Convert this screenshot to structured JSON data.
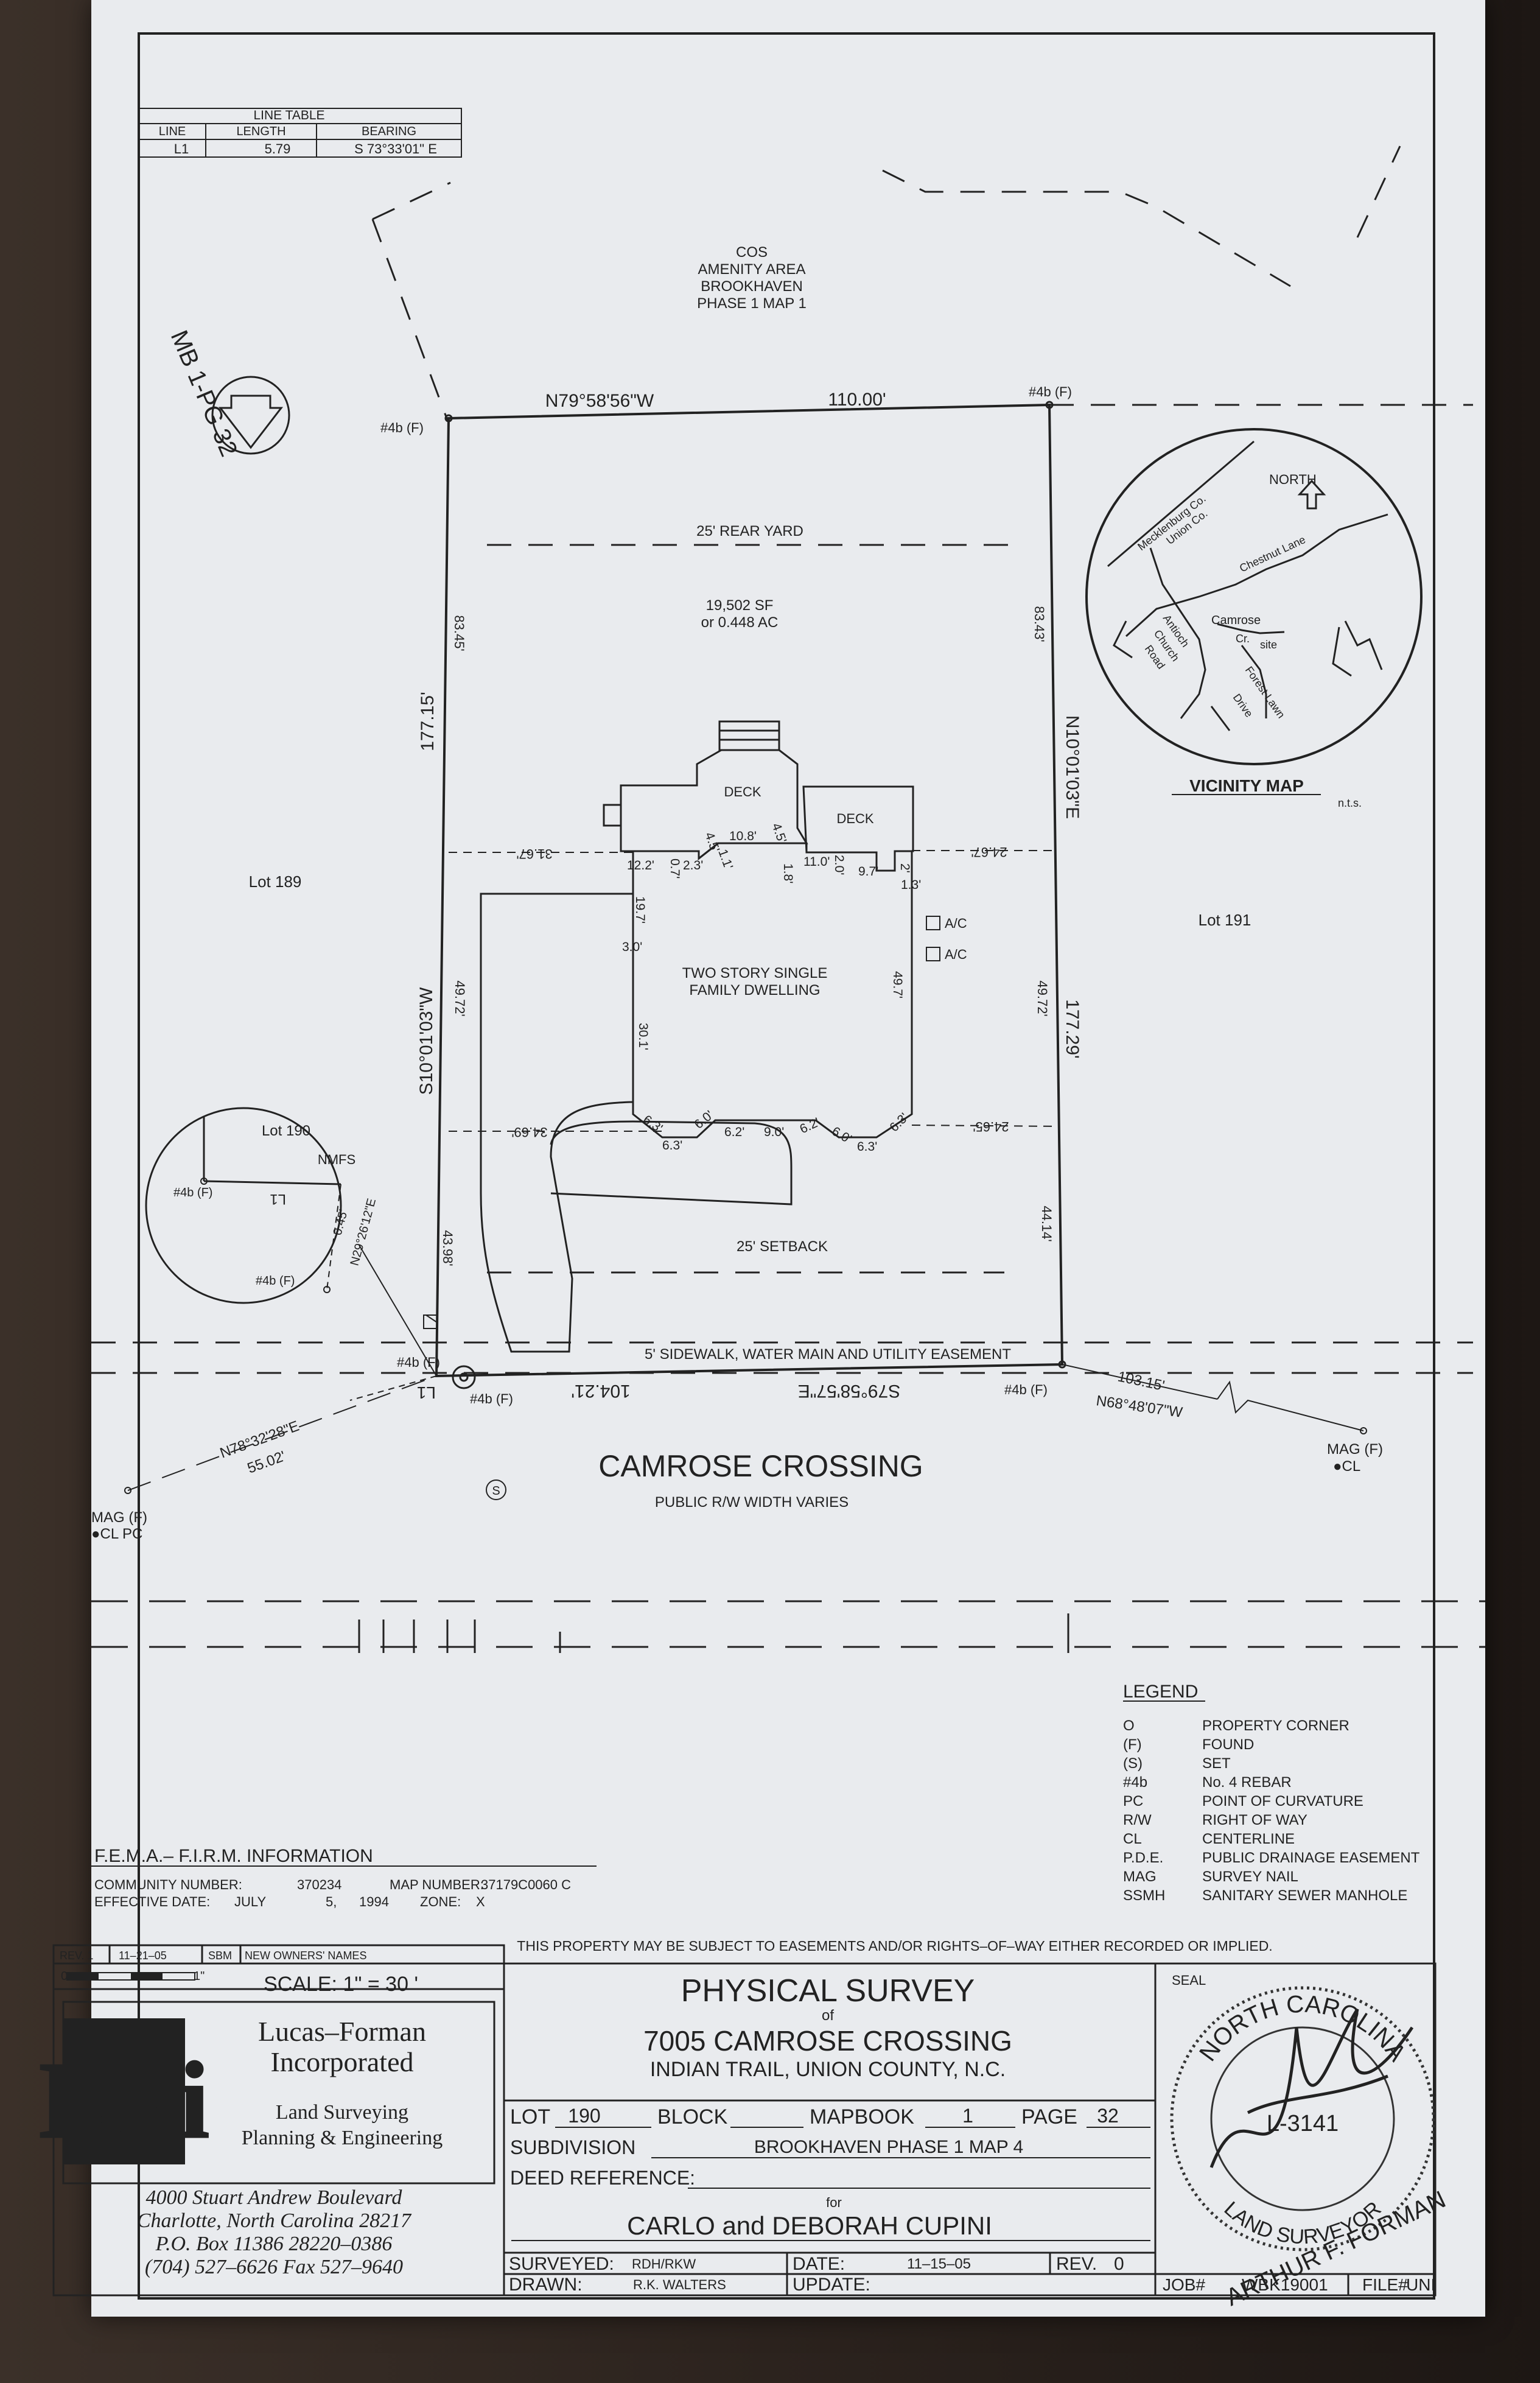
{
  "line_table": {
    "title": "LINE TABLE",
    "headers": [
      "LINE",
      "LENGTH",
      "BEARING"
    ],
    "row": [
      "L1",
      "5.79",
      "S 73°33'01\" E"
    ]
  },
  "amenity": [
    "COS",
    "AMENITY AREA",
    "BROOKHAVEN",
    "PHASE 1 MAP 1"
  ],
  "mb_ref": "MB 1-PG 32",
  "bearings": {
    "north": "N79°58'56\"W",
    "north_len": "110.00'",
    "east": "N10°01'03\"E",
    "east_len": "177.29'",
    "west": "S10°01'03\"W",
    "west_len": "177.15'",
    "south": "S79°58'57\"E",
    "south_len": "104.21'",
    "diag_bearing": "N78°32'28\"E",
    "diag_len": "55.02'",
    "east_off_len": "103.15'",
    "east_off_bearing": "N68°48'07\"W"
  },
  "pins": {
    "nw": "#4b (F)",
    "ne": "#4b (F)",
    "sw": "#4b (F)",
    "sw2": "#4b (F)",
    "se": "#4b (F)"
  },
  "labels": {
    "rear_yard": "25' REAR YARD",
    "area_sf": "19,502 SF",
    "area_ac": "or 0.448 AC",
    "lot189": "Lot 189",
    "lot191": "Lot 191",
    "setback": "25' SETBACK",
    "easement": "5' SIDEWALK, WATER MAIN AND UTILITY EASEMENT",
    "deck1": "DECK",
    "deck2": "DECK",
    "house1": "TWO STORY SINGLE",
    "house2": "FAMILY DWELLING",
    "ac1": "A/C",
    "ac2": "A/C",
    "street": "CAMROSE CROSSING",
    "street_sub": "PUBLIC R/W WIDTH VARIES",
    "mag_left1": "MAG (F)",
    "mag_left2": "●CL PC",
    "mag_right1": "MAG (F)",
    "mag_right2": "●CL",
    "set_symbol": "S"
  },
  "dims": {
    "w_top": "83.45'",
    "w_mid": "49.72'",
    "w_bot": "43.98'",
    "e_top": "83.43'",
    "e_mid": "49.72'",
    "e_bot": "44.14'",
    "off_w1": "31.67'",
    "off_e1": "24.67'",
    "off_w2": "34.69'",
    "off_e2": "24.65'",
    "h1": "12.2'",
    "h2": "0.7'",
    "h3": "2.3'",
    "h4": "4.5'",
    "h5": "1.1'",
    "h6": "10.8'",
    "h7": "4.5'",
    "h8": "1.8'",
    "h9": "11.0'",
    "h10": "2.0'",
    "h11": "9.7'",
    "h12": "2'",
    "h13": "1.3'",
    "v1": "19.7'",
    "v2": "3.0'",
    "v3": "30.1'",
    "v4": "49.7'",
    "b1": "6.3'",
    "b2": "6.3'",
    "b3": "6.0'",
    "b4": "6.2'",
    "b5": "9.0'",
    "b6": "6.2'",
    "b7": "6.0'",
    "b8": "6.3'",
    "b9": "6.3'"
  },
  "detail": {
    "lot": "Lot 190",
    "nmfs": "NMFS",
    "pin1": "#4b (F)",
    "l1": "L1",
    "dist": "0.45'",
    "bearing": "N29°26'12\"E",
    "pin2": "#4b (F)"
  },
  "vicinity": {
    "title": "VICINITY MAP",
    "nts": "n.t.s.",
    "north": "NORTH",
    "roads": [
      "Mecklenburg Co.",
      "Union Co.",
      "Chestnut Lane",
      "Camrose",
      "Cr.",
      "site",
      "Antioch",
      "Church",
      "Road",
      "Forest Lawn",
      "Drive"
    ]
  },
  "legend": {
    "title": "LEGEND",
    "items": [
      [
        "O",
        "PROPERTY CORNER"
      ],
      [
        "(F)",
        "FOUND"
      ],
      [
        "(S)",
        "SET"
      ],
      [
        "#4b",
        "No. 4 REBAR"
      ],
      [
        "PC",
        "POINT OF CURVATURE"
      ],
      [
        "R/W",
        "RIGHT OF WAY"
      ],
      [
        "CL",
        "CENTERLINE"
      ],
      [
        "P.D.E.",
        "PUBLIC DRAINAGE EASEMENT"
      ],
      [
        "MAG",
        "SURVEY NAIL"
      ],
      [
        "SSMH",
        "SANITARY SEWER MANHOLE"
      ]
    ]
  },
  "fema": {
    "title": "F.E.M.A.– F.I.R.M. INFORMATION",
    "community_label": "COMMUNITY NUMBER:",
    "community": "370234",
    "map_label": "MAP NUMBER:",
    "map": "37179C0060 C",
    "eff_label": "EFFECTIVE DATE:",
    "eff_month": "JULY",
    "eff_day": "5,",
    "eff_year": "1994",
    "zone_label": "ZONE:",
    "zone": "X"
  },
  "note": "THIS PROPERTY MAY BE SUBJECT TO EASEMENTS AND/OR RIGHTS–OF–WAY EITHER RECORDED OR IMPLIED.",
  "revision": {
    "rev": "REV. 1",
    "date": "11–21–05",
    "by": "SBM",
    "desc": "NEW OWNERS' NAMES"
  },
  "scale": {
    "zero": "0",
    "one": "1\"",
    "text": "SCALE: 1\" = 30 '"
  },
  "company": {
    "logo": "LFi",
    "name1": "Lucas–Forman",
    "name2": "Incorporated",
    "svc1": "Land Surveying",
    "svc2": "Planning & Engineering",
    "addr1": "4000 Stuart Andrew Boulevard",
    "addr2": "Charlotte, North Carolina 28217",
    "addr3": "P.O. Box 11386 28220–0386",
    "addr4": "(704) 527–6626 Fax 527–9640"
  },
  "title": {
    "t1": "PHYSICAL SURVEY",
    "of": "of",
    "t2": "7005 CAMROSE CROSSING",
    "t3": "INDIAN TRAIL, UNION COUNTY, N.C.",
    "lot_label": "LOT",
    "lot": "190",
    "block_label": "BLOCK",
    "block": "",
    "mapbook_label": "MAPBOOK",
    "mapbook": "1",
    "page_label": "PAGE",
    "page": "32",
    "subdiv_label": "SUBDIVISION",
    "subdiv": "BROOKHAVEN PHASE 1 MAP 4",
    "deed_label": "DEED REFERENCE:",
    "for": "for",
    "owners": "CARLO and DEBORAH CUPINI",
    "surveyed_label": "SURVEYED:",
    "surveyed": "RDH/RKW",
    "date_label": "DATE:",
    "date": "11–15–05",
    "rev_label": "REV.",
    "rev": "0",
    "drawn_label": "DRAWN:",
    "drawn": "R.K. WALTERS",
    "update_label": "UPDATE:",
    "seal_label": "SEAL",
    "job_label": "JOB#",
    "job": "WBK19001",
    "file_label": "FILE#",
    "file": "UNI"
  },
  "seal": {
    "ring_top": "NORTH CAROLINA",
    "ring_bottom": "LAND SURVEYOR",
    "name": "ARTHUR F. FORMAN",
    "number": "L-3141"
  }
}
